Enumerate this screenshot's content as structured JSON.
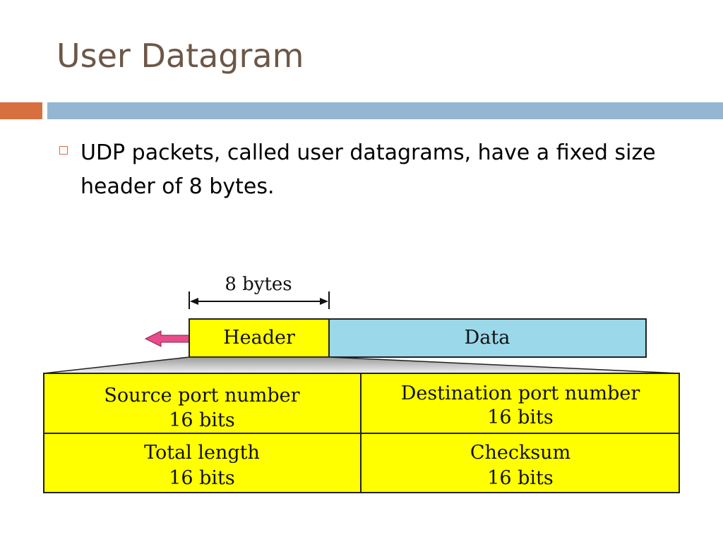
{
  "slide": {
    "title": "User Datagram",
    "bullets": [
      "UDP packets, called user datagrams, have a fixed size header of 8 bytes."
    ]
  },
  "diagram": {
    "span_label": "8 bytes",
    "packet": {
      "header_label": "Header",
      "data_label": "Data"
    },
    "fields": [
      {
        "name": "Source port number",
        "size": "16 bits"
      },
      {
        "name": "Destination port number",
        "size": "16 bits"
      },
      {
        "name": "Total length",
        "size": "16 bits"
      },
      {
        "name": "Checksum",
        "size": "16 bits"
      }
    ]
  },
  "colors": {
    "title": "#6d5747",
    "accent_orange": "#d86f3f",
    "accent_blue": "#94b6d2",
    "header_yellow": "#ffff00",
    "data_blue": "#9ad8ea",
    "arrow_pink": "#e84c8b"
  }
}
